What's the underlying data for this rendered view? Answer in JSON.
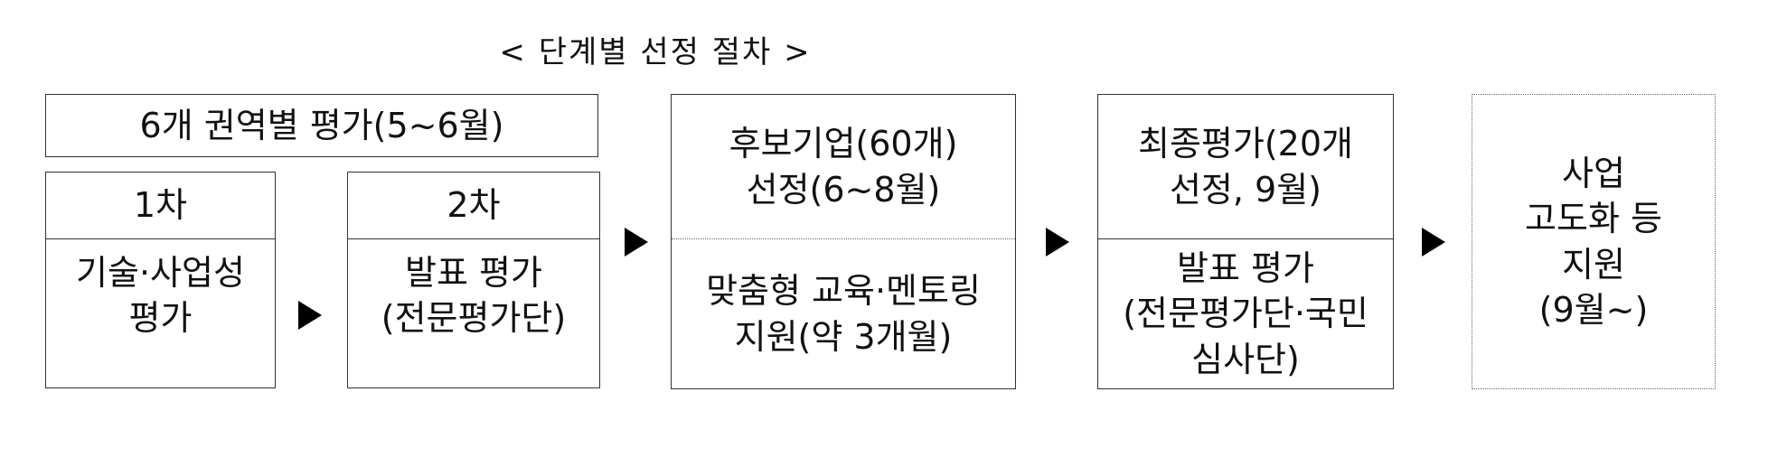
{
  "title": "< 단계별 선정 절차 >",
  "stage1": {
    "header": "6개 권역별 평가(5~6월)",
    "round1": {
      "title": "1차",
      "body": "기술·사업성\n평가"
    },
    "round2": {
      "title": "2차",
      "body": "발표 평가\n(전문평가단)"
    }
  },
  "stage2": {
    "top": "후보기업(60개)\n선정(6~8월)",
    "bottom": "맞춤형 교육·멘토링\n지원(약 3개월)"
  },
  "stage3": {
    "top": "최종평가(20개\n선정, 9월)",
    "bottom": "발표 평가\n(전문평가단·국민\n심사단)"
  },
  "stage4": {
    "body": "사업\n고도화 등\n지원\n(9월~)"
  }
}
